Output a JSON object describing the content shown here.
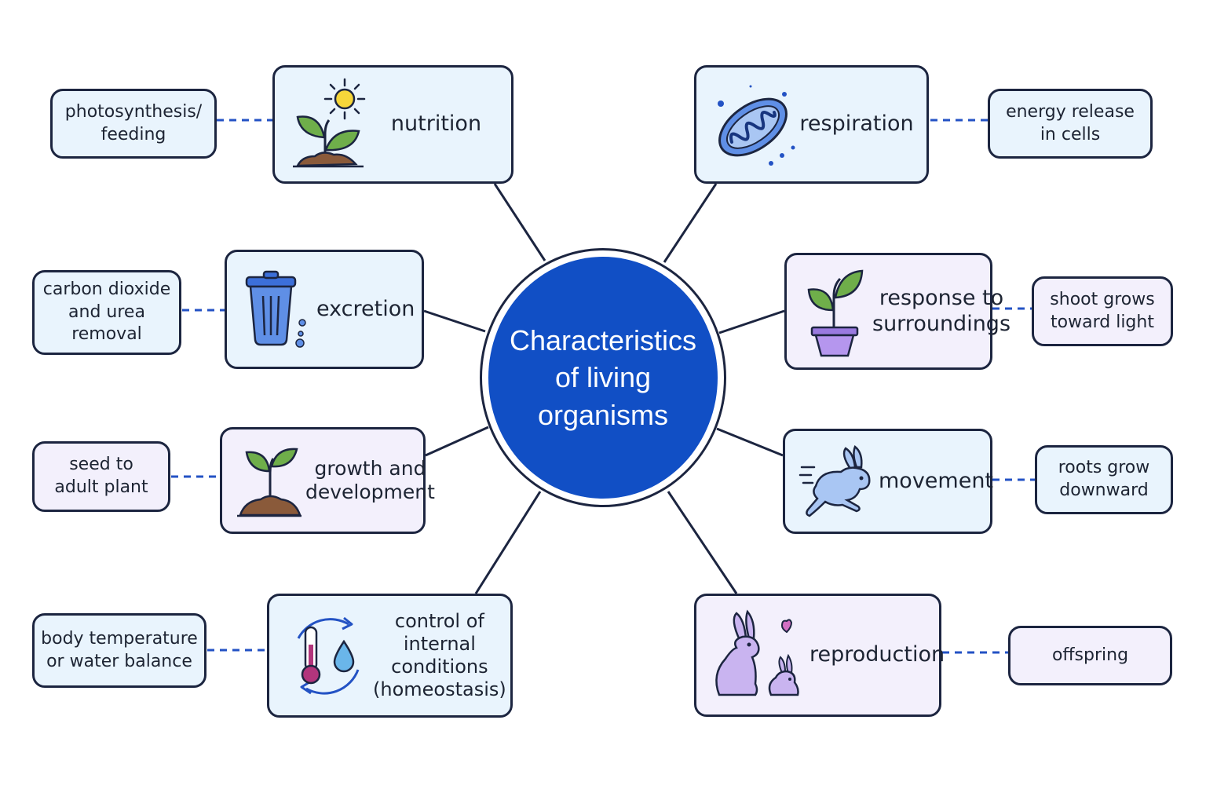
{
  "center": {
    "label": "Characteristics\nof living\norganisms"
  },
  "characteristics": [
    {
      "label": "nutrition",
      "icon": "sprout-sun-icon",
      "detail": "photosynthesis/\nfeeding"
    },
    {
      "label": "respiration",
      "icon": "mitochondrion-icon",
      "detail": "energy release\nin cells"
    },
    {
      "label": "excretion",
      "icon": "trash-bin-icon",
      "detail": "carbon dioxide\nand urea\nremoval"
    },
    {
      "label": "response to\nsurroundings",
      "icon": "potted-plant-icon",
      "detail": "shoot grows\ntoward light"
    },
    {
      "label": "growth and\ndevelopment",
      "icon": "seedling-icon",
      "detail": "seed to\nadult plant"
    },
    {
      "label": "movement",
      "icon": "running-rabbit-icon",
      "detail": "roots grow\ndownward"
    },
    {
      "label": "control of\ninternal\nconditions\n(homeostasis)",
      "icon": "thermometer-droplet-icon",
      "detail": "body temperature\nor water balance"
    },
    {
      "label": "reproduction",
      "icon": "rabbit-family-icon",
      "detail": "offspring"
    }
  ],
  "colors": {
    "center_fill": "#114fc5",
    "outline": "#1c2540",
    "box_blue": "#e9f4fd",
    "box_lavender": "#f3f0fc",
    "dashed_connector": "#2352c4"
  }
}
